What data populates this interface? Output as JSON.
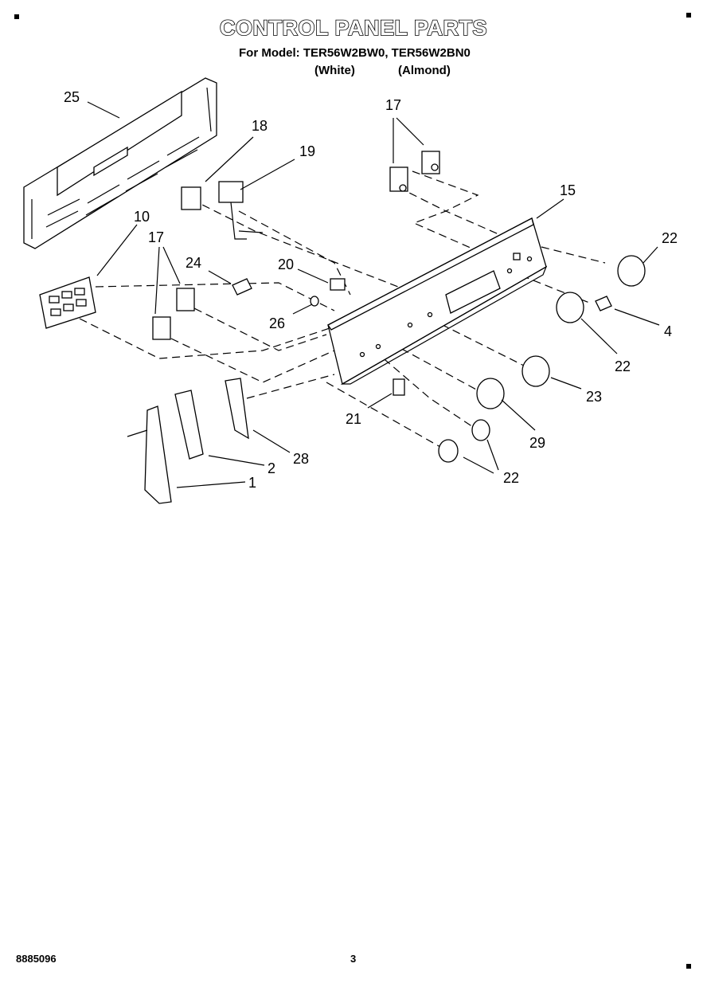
{
  "header": {
    "title": "CONTROL PANEL PARTS",
    "subtitle": "For Model: TER56W2BW0, TER56W2BN0",
    "variants": [
      "(White)",
      "(Almond)"
    ]
  },
  "callouts": {
    "c25": "25",
    "c18": "18",
    "c19": "19",
    "c17a": "17",
    "c15": "15",
    "c10": "10",
    "c17b": "17",
    "c24": "24",
    "c20": "20",
    "c26": "26",
    "c22a": "22",
    "c4": "4",
    "c22b": "22",
    "c23": "23",
    "c21": "21",
    "c29": "29",
    "c22c": "22",
    "c2": "2",
    "c28": "28",
    "c1": "1"
  },
  "footer": {
    "doc_number": "8885096",
    "page_number": "3"
  }
}
